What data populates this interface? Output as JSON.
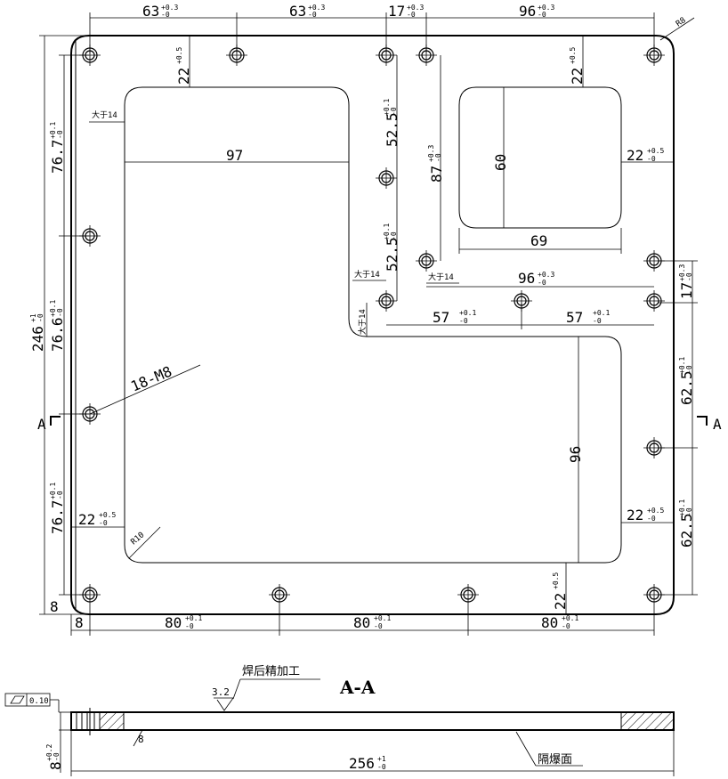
{
  "top_dims": [
    {
      "base": "63",
      "up": "+0.3",
      "low": "-0"
    },
    {
      "base": "63",
      "up": "+0.3",
      "low": "-0"
    },
    {
      "base": "17",
      "up": "+0.3",
      "low": "-0"
    },
    {
      "base": "96",
      "up": "+0.3",
      "low": "-0"
    }
  ],
  "corner_radius": "R8",
  "margin22": {
    "base": "22",
    "up": "+0.5",
    "low": "-0"
  },
  "left_dims": {
    "total": {
      "base": "246",
      "up": "+1",
      "low": "-0"
    },
    "a": {
      "base": "76.7",
      "up": "+0.1",
      "low": "-0"
    },
    "b": {
      "base": "76.6",
      "up": "+0.1",
      "low": "-0"
    },
    "c": {
      "base": "76.7",
      "up": "+0.1",
      "low": "-0"
    },
    "edge": "8"
  },
  "inner": {
    "w97": "97",
    "h96": "96",
    "w69": "69",
    "h60": "60",
    "d525": {
      "base": "52.5",
      "up": "+0.1",
      "low": "-0"
    },
    "d87": {
      "base": "87",
      "up": "+0.3",
      "low": "-0"
    },
    "d57": {
      "base": "57",
      "up": "+0.1",
      "low": "-0"
    },
    "d96": {
      "base": "96",
      "up": "+0.3",
      "low": "-0"
    },
    "d17": {
      "base": "17",
      "up": "+0.3",
      "low": "-0"
    },
    "d625": {
      "base": "62.5",
      "up": "+0.1",
      "low": "-0"
    },
    "gt14": "大于14",
    "r10": "R10"
  },
  "holes_label": "18-M8",
  "bottom_dims": {
    "edge": "8",
    "d80": {
      "base": "80",
      "up": "+0.1",
      "low": "-0"
    }
  },
  "section": {
    "mark": "A",
    "title": "A-A",
    "note": "焊后精加工",
    "roughness": "3.2",
    "flatness": "0.10",
    "thick": {
      "base": "8",
      "up": "+0.2",
      "low": "-0"
    },
    "small": "8",
    "total": {
      "base": "256",
      "up": "+1",
      "low": "-0"
    },
    "face": "隔爆面"
  }
}
